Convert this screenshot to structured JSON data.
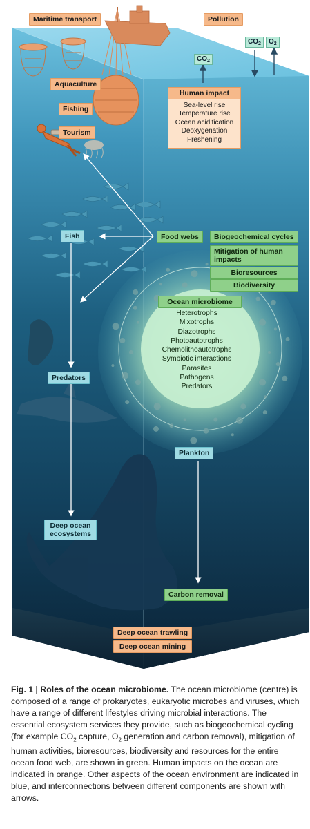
{
  "labels": {
    "maritime_transport": "Maritime transport",
    "pollution": "Pollution",
    "aquaculture": "Aquaculture",
    "fishing": "Fishing",
    "tourism": "Tourism",
    "co2_top": "CO",
    "o2_top": "O",
    "co2_mid": "CO",
    "fish": "Fish",
    "food_webs": "Food webs",
    "predators": "Predators",
    "plankton": "Plankton",
    "deep_ocean_ecosystems": "Deep ocean ecosystems",
    "carbon_removal": "Carbon removal",
    "deep_ocean_trawling": "Deep ocean trawling",
    "deep_ocean_mining": "Deep ocean mining"
  },
  "human_impact": {
    "title": "Human impact",
    "items": [
      "Sea-level rise",
      "Temperature rise",
      "Ocean acidification",
      "Deoxygenation",
      "Freshening"
    ]
  },
  "services": [
    "Biogeochemical cycles",
    "Mitigation of human impacts",
    "Bioresources",
    "Biodiversity"
  ],
  "microbiome": {
    "title": "Ocean microbiome",
    "lifestyles": [
      "Heterotrophs",
      "Mixotrophs",
      "Diazotrophs",
      "Photoautotrophs",
      "Chemolithoautotrophs",
      "Symbiotic interactions",
      "Parasites",
      "Pathogens",
      "Predators"
    ]
  },
  "caption": {
    "label": "Fig. 1 | Roles of the ocean microbiome.",
    "text_1": "The ocean microbiome (centre) is composed of a range of prokaryotes, eukaryotic microbes and viruses, which have a range of different lifestyles driving microbial interactions. The essential ecosystem services they provide, such as biogeochemical cycling (for example CO",
    "text_2": " capture, O",
    "text_3": " generation and carbon removal), mitigation of human activities, bioresources, biodiversity and resources for the entire ocean food web, are shown in green. Human impacts on the ocean are indicated in orange. Other aspects of the ocean environment are indicated in blue, and interconnections between different components are shown with arrows.",
    "sub": "2"
  },
  "colors": {
    "orange": "#f6b98a",
    "green": "#8fd08a",
    "blue": "#9fdbe4",
    "ocean_top": "#5fb6d6",
    "ocean_bottom": "#0b2840"
  }
}
